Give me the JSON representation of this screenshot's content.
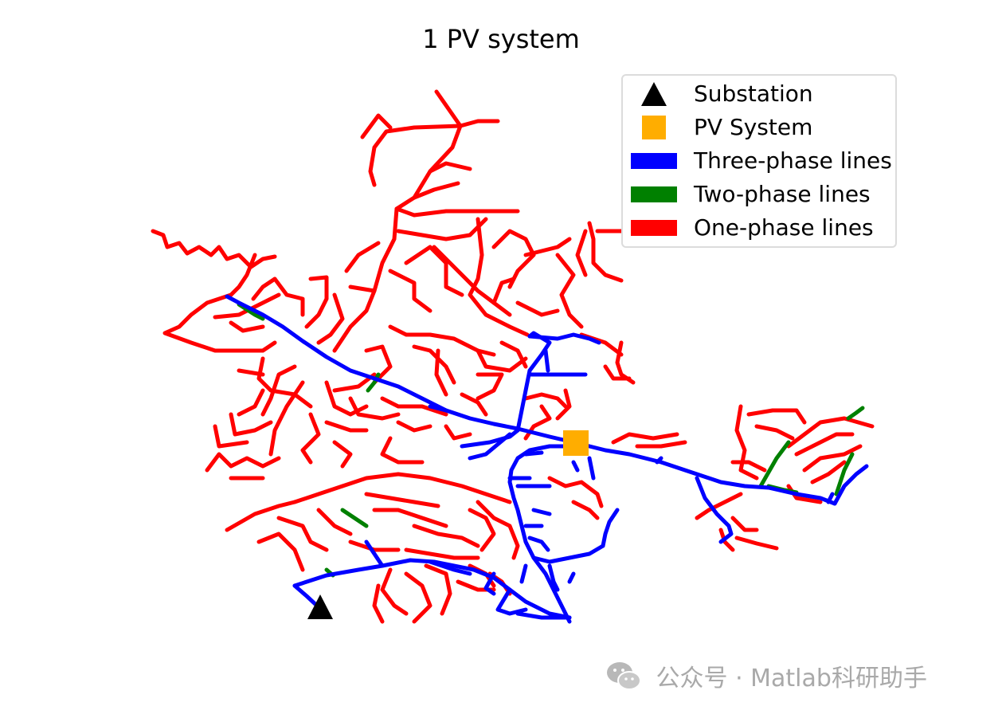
{
  "figure": {
    "title": "1 PV system"
  },
  "legend": {
    "items": [
      {
        "label": "Substation",
        "marker": "triangle",
        "color": "#000000"
      },
      {
        "label": "PV System",
        "marker": "square",
        "color": "#ffad00"
      },
      {
        "label": "Three-phase lines",
        "marker": "patch",
        "color": "#0000ff"
      },
      {
        "label": "Two-phase lines",
        "marker": "patch",
        "color": "#008000"
      },
      {
        "label": "One-phase lines",
        "marker": "patch",
        "color": "#ff0000"
      }
    ]
  },
  "watermark": {
    "text": "公众号 · Matlab科研助手",
    "icon": "wechat-icon"
  }
}
